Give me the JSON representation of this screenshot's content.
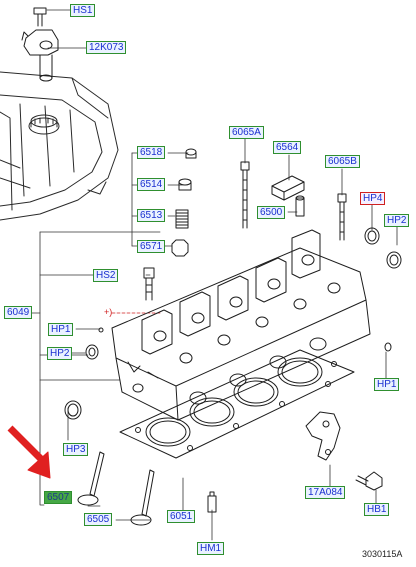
{
  "diagram": {
    "reference_number": "3030115A",
    "colors": {
      "label_text": "#1a2fd0",
      "label_border": "#2f8f2f",
      "label_border_alert": "#d02020",
      "label_highlight_bg": "#45a845",
      "pointer_arrow": "#e02020",
      "line_art": "#1e1e1e"
    },
    "icons": [
      "engine-cylinder-head",
      "valve-cover",
      "camshaft-sensor",
      "valve",
      "bolt",
      "red-pointer-arrow"
    ],
    "labels": {
      "hs1": "HS1",
      "p12k073": "12K073",
      "p6518": "6518",
      "p6514": "6514",
      "p6513": "6513",
      "p6571": "6571",
      "p6065a": "6065A",
      "p6564": "6564",
      "p6065b": "6065B",
      "p6500": "6500",
      "hp4": "HP4",
      "hp2_right": "HP2",
      "hs2": "HS2",
      "p6049": "6049",
      "plus_marker": "+)",
      "hp1_left": "HP1",
      "hp2_left": "HP2",
      "hp1_right": "HP1",
      "hp3": "HP3",
      "p6507": "6507",
      "p6505": "6505",
      "p6051": "6051",
      "p17a084": "17A084",
      "hb1": "HB1",
      "hm1": "HM1"
    }
  }
}
